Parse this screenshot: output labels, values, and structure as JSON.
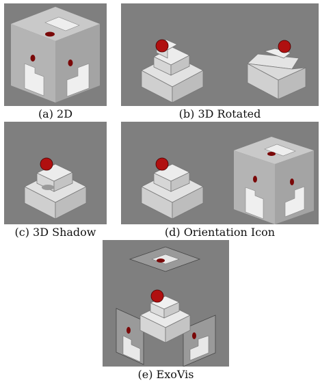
{
  "captions": {
    "a": "(a) 2D",
    "b": "(b) 3D Rotated",
    "c": "(c) 3D Shadow",
    "d": "(d) Orientation Icon",
    "e": "(e) ExoVis"
  },
  "colors": {
    "panel_background": "#7f7f7f",
    "cube_face_light": "#c8c8c8",
    "cube_face_mid": "#a8a8a8",
    "cube_face_dark": "#959595",
    "block_white": "#f0f0f0",
    "sphere_red": "#b01010"
  }
}
